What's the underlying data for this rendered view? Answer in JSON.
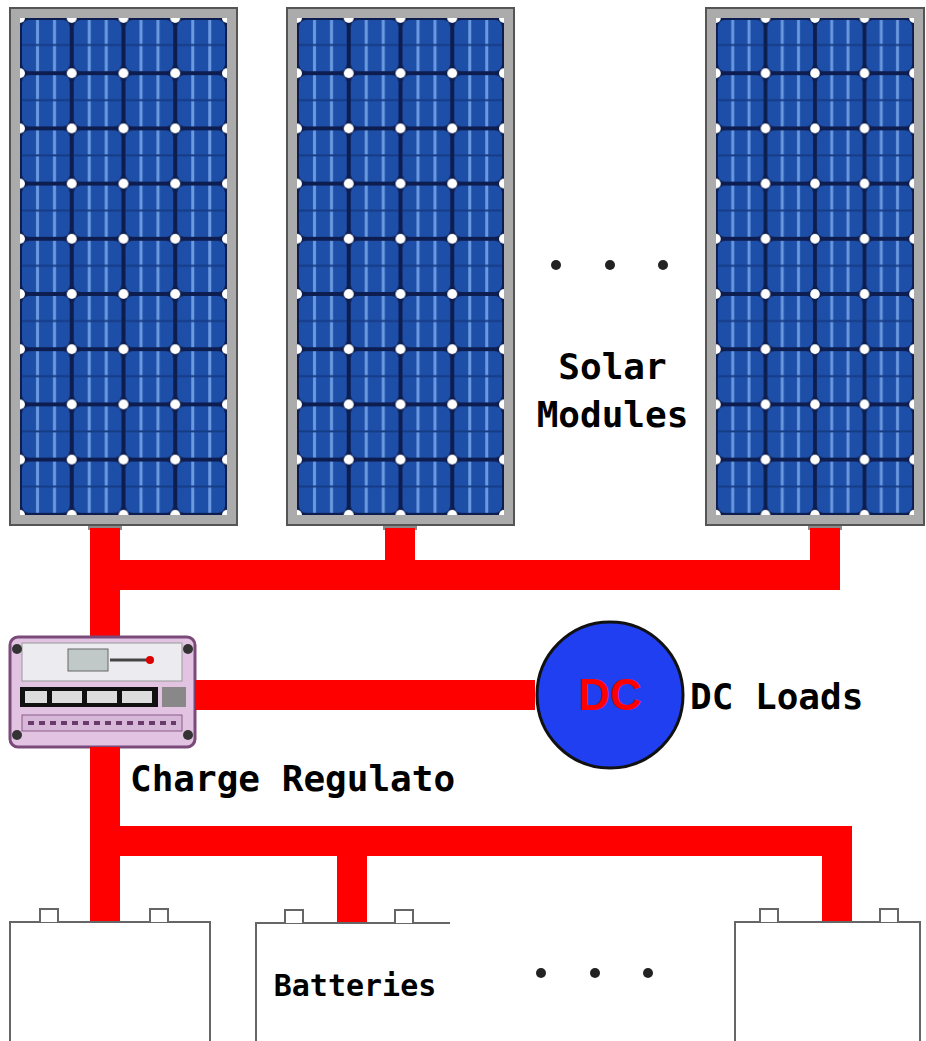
{
  "diagram": {
    "nodes": [
      {
        "text": [
          "Charge Regulato"
        ]
      },
      {
        "text": [
          "DC",
          "DC Loads"
        ]
      },
      {
        "text": [
          "Batteries"
        ]
      }
    ],
    "edges": [
      {
        "from": 0,
        "to": 1,
        "arrow": "none"
      },
      {
        "from": 0,
        "to": 2,
        "arrow": "none"
      }
    ],
    "labels": [
      "Solar Modules"
    ]
  }
}
